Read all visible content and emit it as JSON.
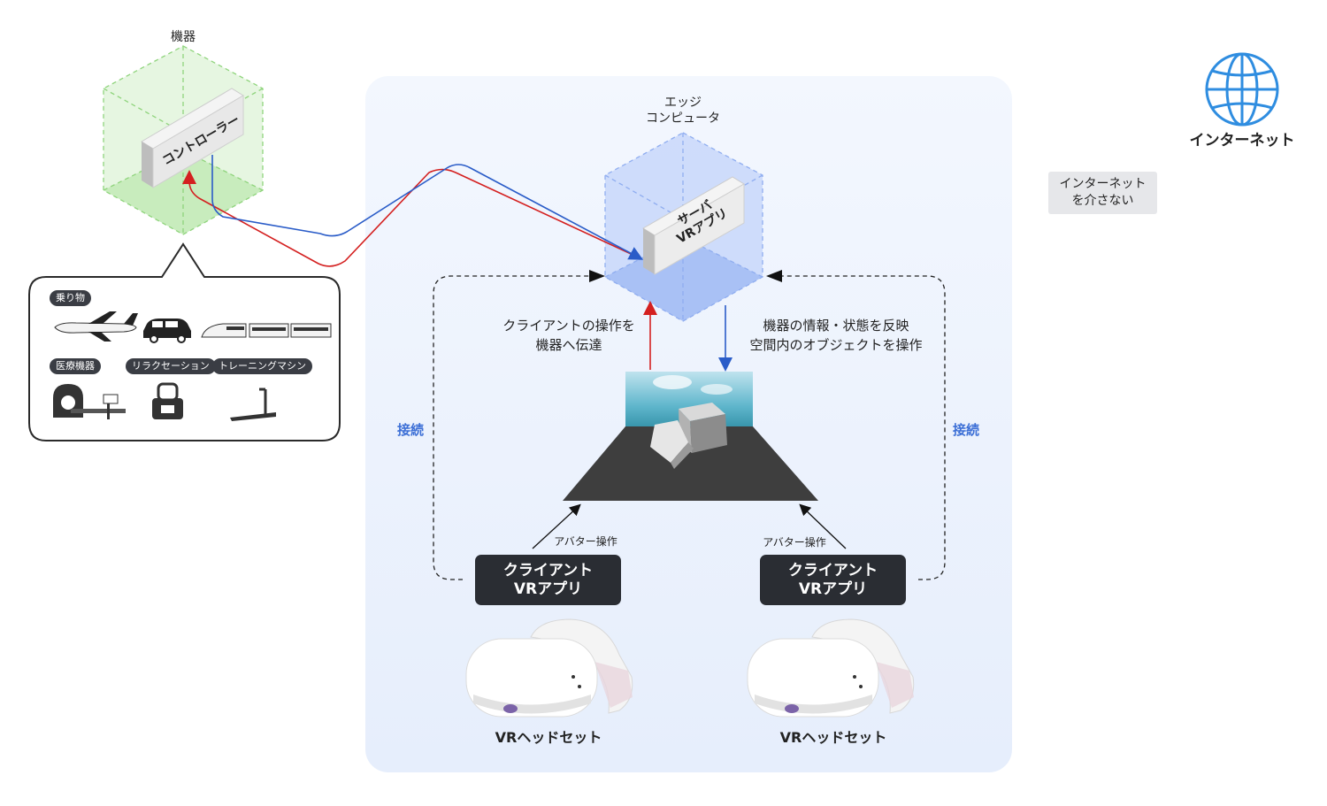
{
  "device_title": "機器",
  "controller_label": "コントローラー",
  "edge_title_line1": "エッジ",
  "edge_title_line2": "コンピュータ",
  "server_line1": "サーバ",
  "server_line2": "VRアプリ",
  "left_flow_line1": "クライアントの操作を",
  "left_flow_line2": "機器へ伝達",
  "right_flow_line1": "機器の情報・状態を反映",
  "right_flow_line2": "空間内のオブジェクトを操作",
  "connect_left": "接続",
  "connect_right": "接続",
  "avatar_left": "アバター操作",
  "avatar_right": "アバター操作",
  "client_left_line1": "クライアント",
  "client_left_line2": "VRアプリ",
  "client_right_line1": "クライアント",
  "client_right_line2": "VRアプリ",
  "headset_left": "VRヘッドセット",
  "headset_right": "VRヘッドセット",
  "internet_label": "インターネット",
  "no_internet_line1": "インターネット",
  "no_internet_line2": "を介さない",
  "categories": {
    "vehicles": "乗り物",
    "medical": "医療機器",
    "relax": "リラクセーション",
    "training": "トレーニングマシン"
  },
  "colors": {
    "device_cube": "#9fde8e",
    "edge_cube": "#9db8f5",
    "panel_bg": "#edf3fd",
    "red_line": "#d42020",
    "blue_line": "#2a5cc8",
    "globe": "#2f8de0",
    "label_blue": "#3c6fd6"
  }
}
